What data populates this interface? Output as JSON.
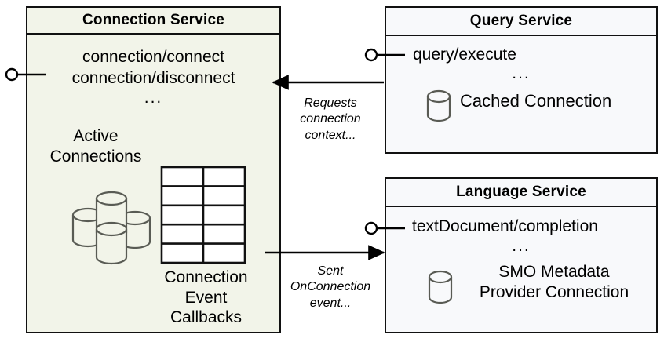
{
  "diagram": {
    "title_text": "",
    "colors": {
      "connection_service_fill": "#f2f4e9",
      "service_fill": "#f8f9fb",
      "stroke": "#111111",
      "cylinder_stroke": "#595b54",
      "background": "#ffffff"
    }
  },
  "connection_service": {
    "title": "Connection Service",
    "operations": [
      "connection/connect",
      "connection/disconnect"
    ],
    "ellipsis": "...",
    "active_connections_label": "Active\nConnections",
    "active_connections_line1": "Active",
    "active_connections_line2": "Connections",
    "callbacks_label_line1": "Connection",
    "callbacks_label_line2": "Event",
    "callbacks_label_line3": "Callbacks",
    "table": {
      "rows": 5,
      "columns": 2
    },
    "cylinder_count": 4,
    "provided_interface": "lollipop"
  },
  "query_service": {
    "title": "Query Service",
    "operation": "query/execute",
    "ellipsis": "...",
    "cylinder_label": "Cached Connection",
    "provided_interface": "lollipop"
  },
  "language_service": {
    "title": "Language Service",
    "operation": "textDocument/completion",
    "ellipsis": "...",
    "cylinder_label_line1": "SMO Metadata",
    "cylinder_label_line2": "Provider Connection",
    "provided_interface": "lollipop"
  },
  "edges": [
    {
      "id": "query-to-connection",
      "label_line1": "Requests",
      "label_line2": "connection",
      "label_line3": "context...",
      "from": "Query Service",
      "to": "Connection Service",
      "direction": "left"
    },
    {
      "id": "connection-to-language",
      "label_line1": "Sent",
      "label_line2": "OnConnection",
      "label_line3": "event...",
      "from": "Connection Service",
      "to": "Language Service",
      "direction": "right"
    }
  ]
}
